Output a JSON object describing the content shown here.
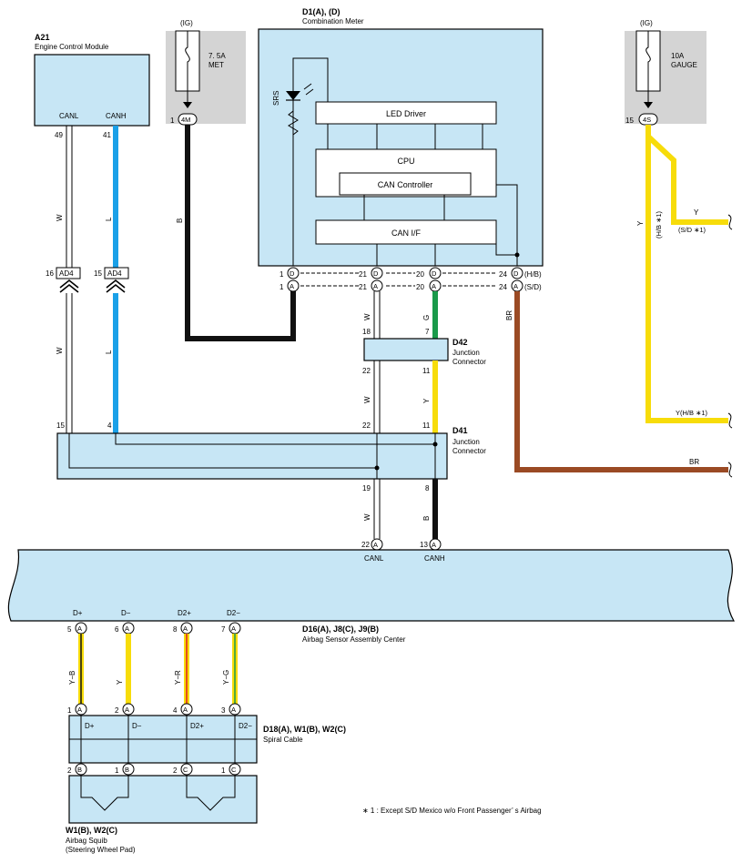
{
  "components": {
    "ecm": {
      "id": "A21",
      "name": "Engine Control Module",
      "pin_canl": "CANL",
      "pin_canh": "CANH",
      "pin_canl_no": "49",
      "pin_canh_no": "41"
    },
    "fuse_met": {
      "ig": "(IG)",
      "rating": "7. 5A",
      "name": "MET",
      "conn": "4M",
      "pin": "1"
    },
    "fuse_gauge": {
      "ig": "(IG)",
      "rating": "10A",
      "name": "GAUGE",
      "conn": "4S",
      "pin": "15"
    },
    "meter": {
      "id": "D1(A), (D)",
      "name": "Combination Meter",
      "led": "LED Driver",
      "cpu": "CPU",
      "canc": "CAN Controller",
      "canif": "CAN I/F",
      "srs": "SRS"
    },
    "d42": {
      "id": "D42",
      "name1": "Junction",
      "name2": "Connector"
    },
    "d41": {
      "id": "D41",
      "name1": "Junction",
      "name2": "Connector"
    },
    "airbag_center": {
      "id": "D16(A), J8(C), J9(B)",
      "name": "Airbag Sensor Assembly Center",
      "canl": "CANL",
      "canh": "CANH",
      "p_canl": "22",
      "p_canh": "13"
    },
    "spiral": {
      "id": "D18(A), W1(B), W2(C)",
      "name": "Spiral Cable"
    },
    "squib": {
      "id": "W1(B), W2(C)",
      "name1": "Airbag Squib",
      "name2": "(Steering Wheel Pad)"
    }
  },
  "connectors": {
    "ad4_left": {
      "label": "AD4",
      "pin": "16"
    },
    "ad4_right": {
      "label": "AD4",
      "pin": "15"
    },
    "meter_row_d": [
      {
        "pin": "1",
        "c": "D"
      },
      {
        "pin": "21",
        "c": "D"
      },
      {
        "pin": "20",
        "c": "D"
      },
      {
        "pin": "24",
        "c": "D"
      }
    ],
    "meter_row_a": [
      {
        "pin": "1",
        "c": "A"
      },
      {
        "pin": "21",
        "c": "A"
      },
      {
        "pin": "20",
        "c": "A"
      },
      {
        "pin": "24",
        "c": "A"
      }
    ],
    "hb": "(H/B)",
    "sd": "(S/D)",
    "airbag_top": [
      {
        "sig": "D+",
        "pin": "5",
        "c": "A"
      },
      {
        "sig": "D−",
        "pin": "6",
        "c": "A"
      },
      {
        "sig": "D2+",
        "pin": "8",
        "c": "A"
      },
      {
        "sig": "D2−",
        "pin": "7",
        "c": "A"
      }
    ],
    "spiral_top": [
      {
        "pin": "1",
        "c": "A"
      },
      {
        "pin": "2",
        "c": "A"
      },
      {
        "pin": "4",
        "c": "A"
      },
      {
        "pin": "3",
        "c": "A"
      }
    ],
    "spiral_labels": [
      "D+",
      "D−",
      "D2+",
      "D2−"
    ],
    "squib_top": [
      {
        "pin": "2",
        "c": "B"
      },
      {
        "pin": "1",
        "c": "B"
      },
      {
        "pin": "2",
        "c": "C"
      },
      {
        "pin": "1",
        "c": "C"
      }
    ]
  },
  "wires": {
    "w": "W",
    "l": "L",
    "b": "B",
    "g": "G",
    "y": "Y",
    "br": "BR",
    "yb": "Y−B",
    "yr": "Y−R",
    "yg": "Y−G",
    "hb1": "(H/B ∗1)",
    "y_sd": "Y",
    "sd1": "(S/D ∗1)",
    "y_hb": "Y(H/B ∗1)",
    "d42_18": "18",
    "d42_7": "7",
    "d42_22": "22",
    "d42_11": "11",
    "d41_22": "22",
    "d41_11": "11",
    "d41_15": "15",
    "d41_4": "4",
    "d41_19": "19",
    "d41_8": "8"
  },
  "note": "∗ 1 : Except S/D Mexico w/o Front Passenger’ s Airbag",
  "colors": {
    "box": "#c7e6f5",
    "blue": "#1aa0e8",
    "black": "#111111",
    "green": "#1a9a4a",
    "yellow": "#f7dc0a",
    "brown": "#9a4a24",
    "red": "#e02020",
    "grey": "#d4d4d4"
  }
}
